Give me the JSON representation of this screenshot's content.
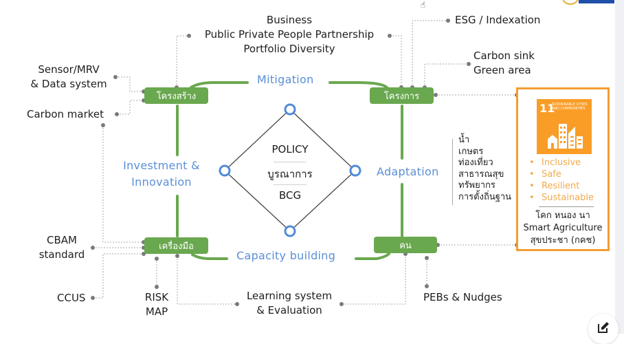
{
  "center": {
    "lines": [
      "POLICY",
      "บูรณาการ",
      "BCG"
    ]
  },
  "quadrants": {
    "mitigation": "Mitigation",
    "adaptation": "Adaptation",
    "capacity": "Capacity building",
    "investment": [
      "Investment &",
      "Innovation"
    ]
  },
  "nodes": {
    "top_left": "โครงสร้าง",
    "top_right": "โครงการ",
    "bottom_left": "เครื่องมือ",
    "bottom_right": "คน"
  },
  "labels": {
    "business": [
      "Business",
      "Public Private People Partnership",
      "Portfolio Diversity"
    ],
    "esg": "ESG / Indexation",
    "carbon_sink": [
      "Carbon sink",
      "Green area"
    ],
    "sensor": [
      "Sensor/MRV",
      "& Data system"
    ],
    "carbon_market": "Carbon market",
    "cbam": [
      "CBAM",
      "standard"
    ],
    "ccus": "CCUS",
    "risk_map": [
      "RISK",
      "MAP"
    ],
    "learning": [
      "Learning system",
      "& Evaluation"
    ],
    "pebs": "PEBs & Nudges",
    "adaptation_sectors": [
      "น้ำ",
      "เกษตร",
      "ท่องเที่ยว",
      "สาธารณสุข",
      "ทรัพยากร",
      "การตั้งถิ่นฐาน"
    ]
  },
  "sdg": {
    "number": "11",
    "caption": "SUSTAINABLE CITIES AND COMMUNITIES",
    "bullets": [
      "Inclusive",
      "Safe",
      "Resilient",
      "Sustainable"
    ],
    "footer": [
      "โคก หนอง นา",
      "Smart Agriculture",
      "สุขประชา (กคช)"
    ]
  },
  "colors": {
    "node_green": "#6aa84f",
    "quadrant_blue": "#5b8fd6",
    "sdg_orange": "#f39c32"
  }
}
